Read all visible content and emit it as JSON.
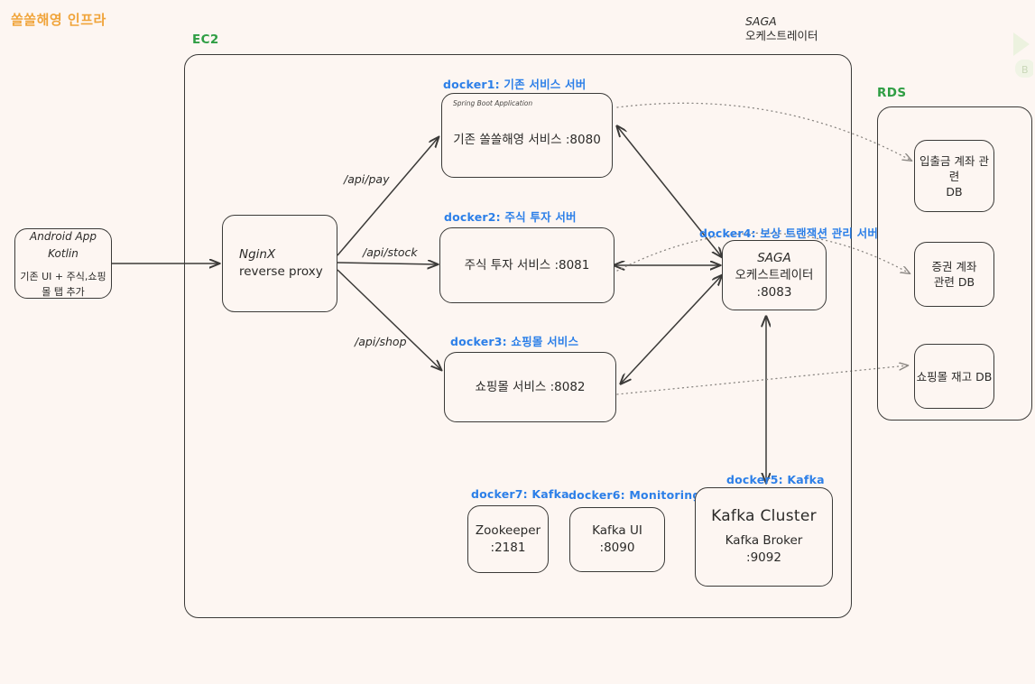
{
  "title": "쏠쏠해영 인프라",
  "colors": {
    "background": "#fdf6f2",
    "stroke": "#3b3a38",
    "title_orange": "#f0a43a",
    "group_green": "#2f9e44",
    "docker_blue": "#2c7fe8",
    "dotted_gray": "#8c8884"
  },
  "groups": {
    "ec2": {
      "label": "EC2"
    },
    "rds": {
      "label": "RDS"
    }
  },
  "annotations": {
    "saga_top": {
      "line1": "SAGA",
      "line2": "오케스트레이터"
    }
  },
  "client": {
    "line1": "Android App",
    "line2": "Kotlin",
    "line3": "기존 UI + 주식,쇼핑",
    "line4": "몰 탭 추가"
  },
  "proxy": {
    "line1": "NginX",
    "line2": "reverse proxy"
  },
  "routes": [
    {
      "label": "/api/pay"
    },
    {
      "label": "/api/stock"
    },
    {
      "label": "/api/shop"
    }
  ],
  "services": [
    {
      "docker_label": "docker1: 기존 서비스 서버",
      "framework_tag": "Spring Boot Application",
      "name": "기존 쏠쏠해영 서비스 :8080"
    },
    {
      "docker_label": "docker2: 주식 투자 서버",
      "framework_tag": "",
      "name": "주식 투자 서비스 :8081"
    },
    {
      "docker_label": "docker3: 쇼핑몰 서비스",
      "framework_tag": "",
      "name": "쇼핑몰 서비스 :8082"
    }
  ],
  "orchestrator": {
    "docker_label": "docker4: 보상 트랜잭션 관리 서버",
    "line1": "SAGA",
    "line2": "오케스트레이터",
    "line3": ":8083"
  },
  "infra": [
    {
      "docker_label": "docker7: Kafka",
      "line1": "Zookeeper",
      "line2": ":2181"
    },
    {
      "docker_label": "docker6: Monitoring",
      "line1": "Kafka UI",
      "line2": ":8090"
    }
  ],
  "kafka_cluster": {
    "docker_label": "docker5: Kafka",
    "title": "Kafka Cluster",
    "line1": "Kafka Broker",
    "line2": ":9092"
  },
  "databases": [
    {
      "line1": "입출금 계좌 관련",
      "line2": "DB"
    },
    {
      "line1": "증권 계좌",
      "line2": "관련 DB"
    },
    {
      "line1": "쇼핑몰 재고 DB",
      "line2": ""
    }
  ]
}
